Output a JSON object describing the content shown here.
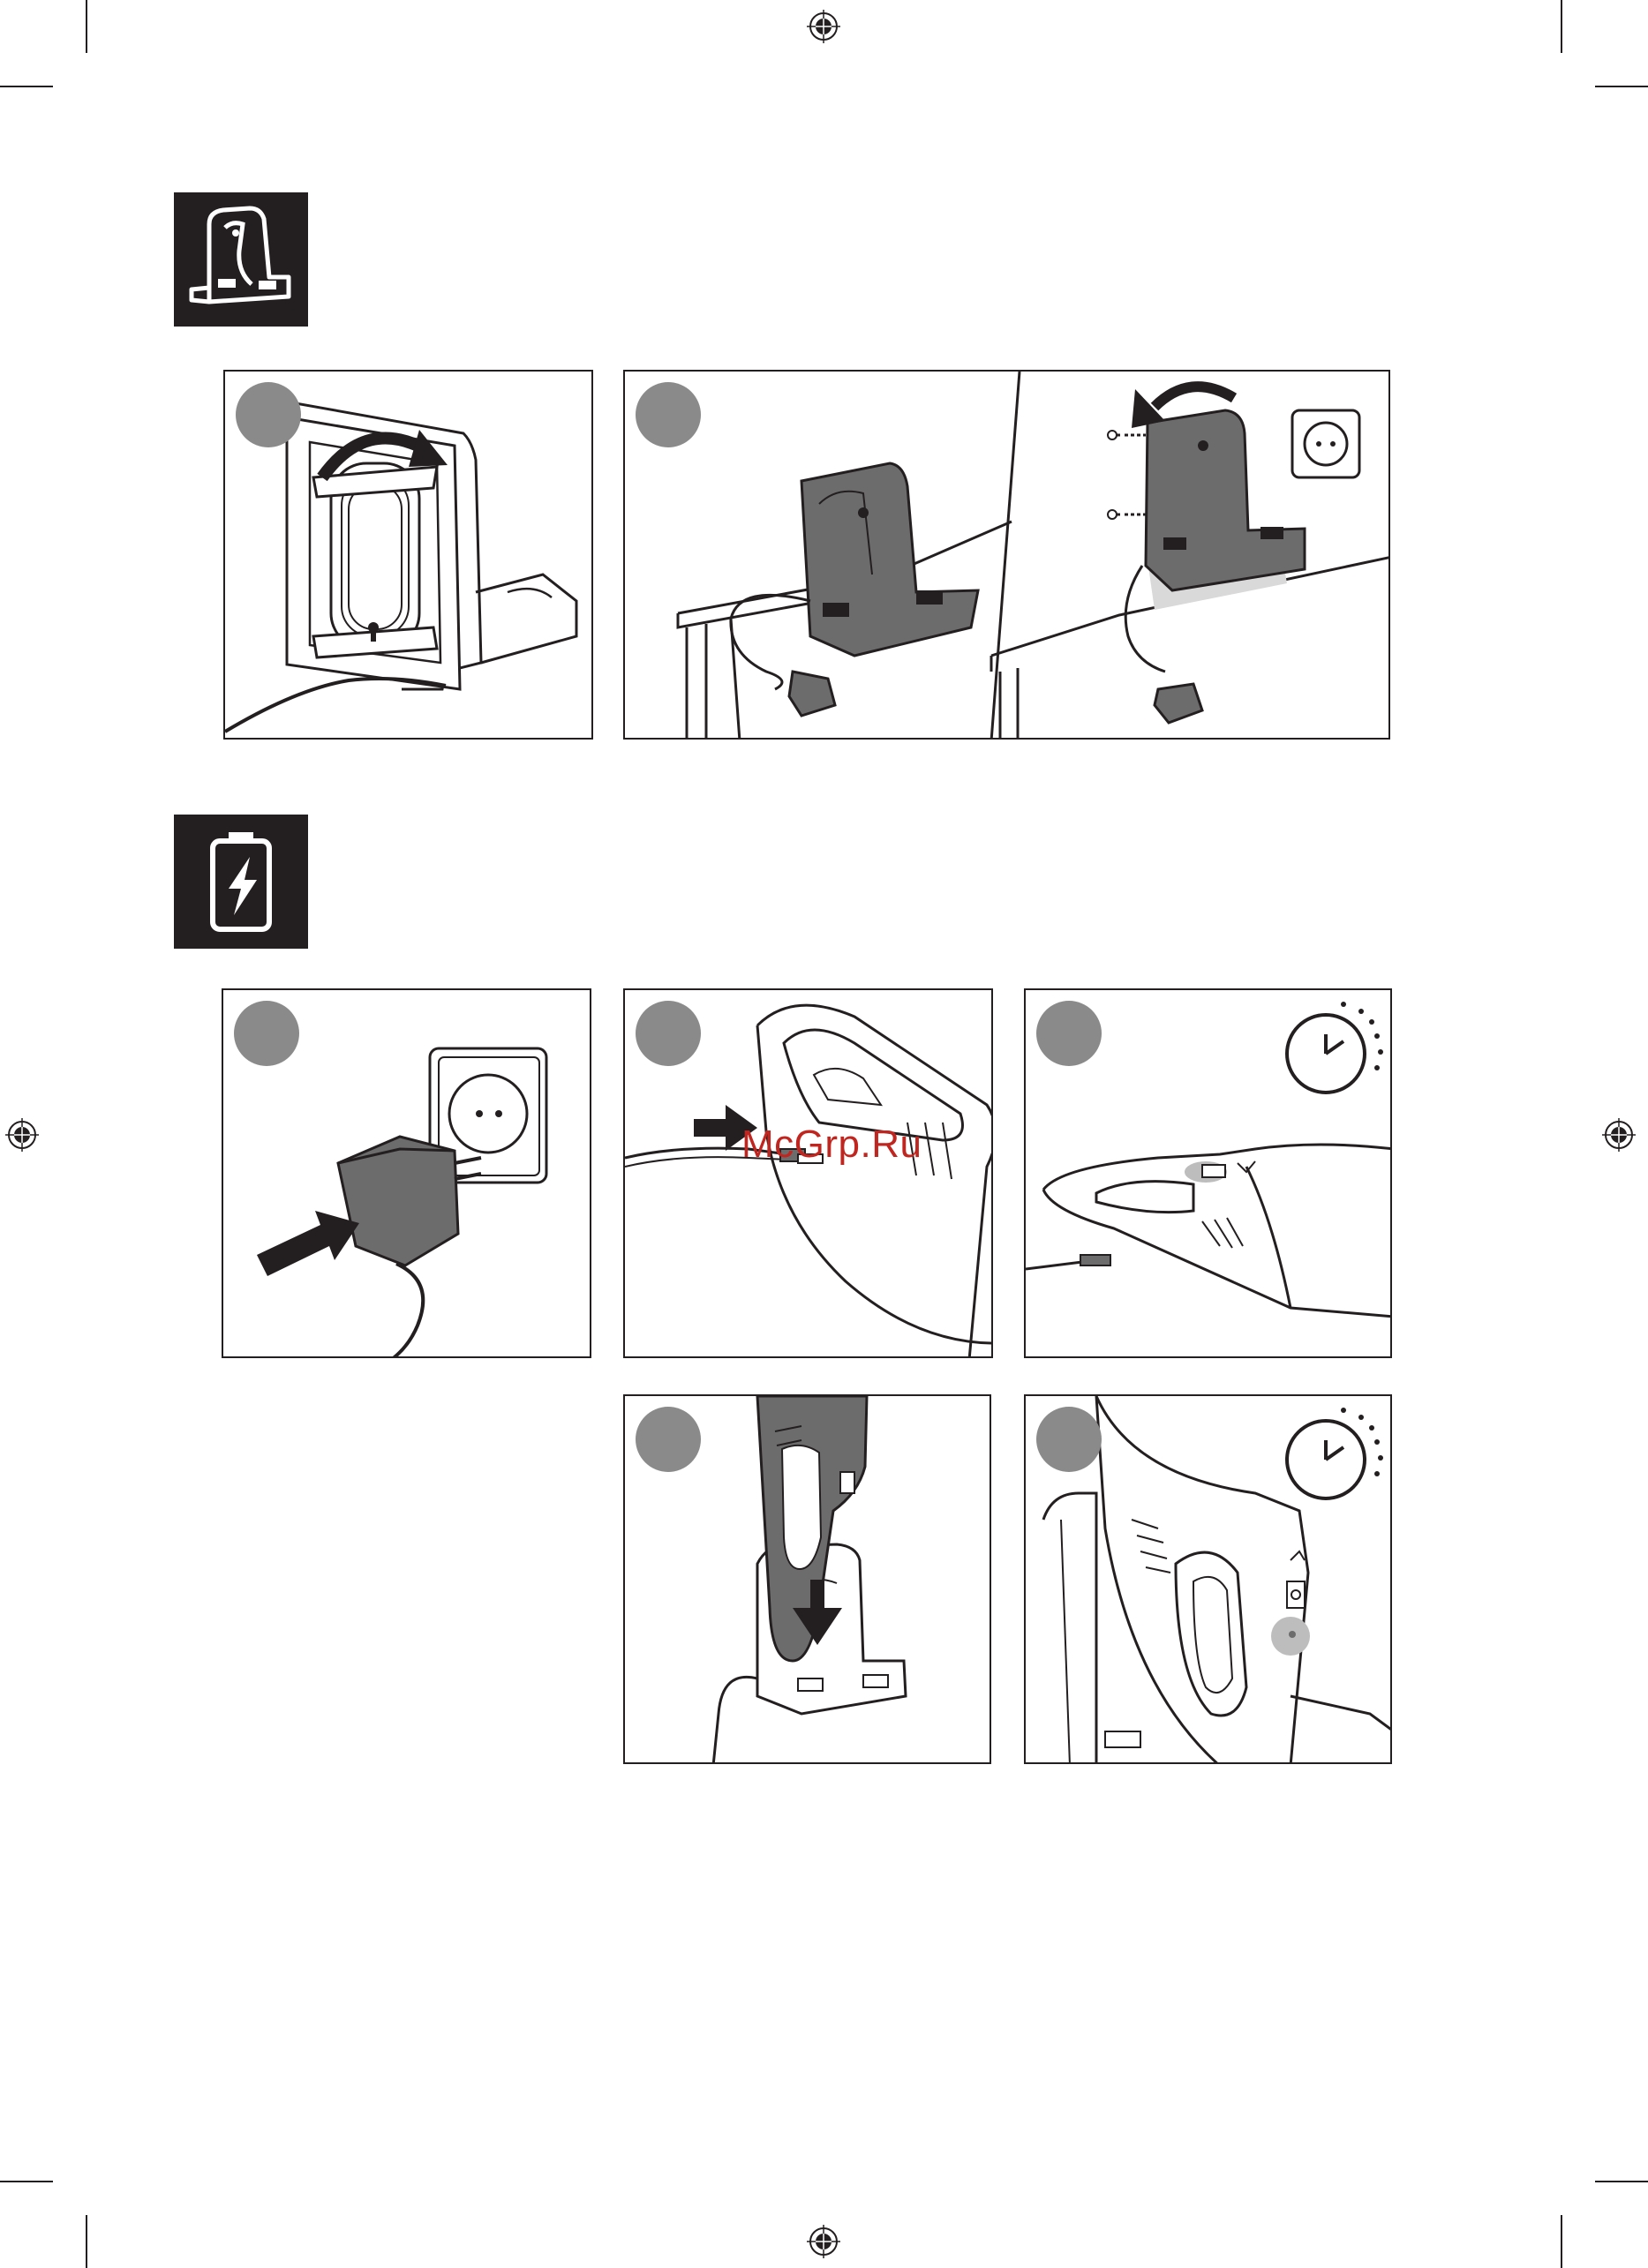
{
  "page": {
    "watermark": "McGrp.Ru"
  },
  "sections": [
    {
      "icon": "charging-base-icon"
    },
    {
      "icon": "battery-charging-icon"
    }
  ],
  "steps": [
    {
      "panel": "wrap-cord-around-base"
    },
    {
      "panel": "place-base-on-table-or-wall-mount"
    },
    {
      "panel": "plug-adapter-into-socket"
    },
    {
      "panel": "insert-plug-into-appliance"
    },
    {
      "panel": "charge-appliance-lying-down"
    },
    {
      "panel": "place-appliance-in-base"
    },
    {
      "panel": "charge-appliance-in-base"
    }
  ],
  "colors": {
    "ink": "#231f20",
    "appliance_grey": "#6d6c6d",
    "step_circle_grey": "#8b8a8b",
    "watermark_red": "#c0261f",
    "shadow_grey": "#d9d9d9"
  }
}
